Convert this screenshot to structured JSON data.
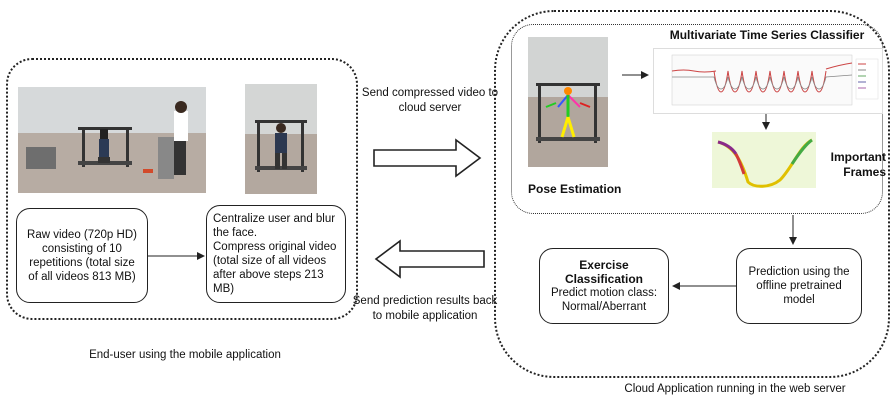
{
  "left_panel": {
    "raw_video_text": "Raw video (720p HD) consisting  of 10 repetitions (total size of all videos 813 MB)",
    "processed_text": "Centralize user and blur the face.\nCompress original video (total size of all videos after above steps 213 MB)",
    "caption": "End-user using the mobile application"
  },
  "middle": {
    "send_video_label": "Send compressed video to cloud server",
    "send_results_label": "Send prediction results back to mobile application"
  },
  "right_panel": {
    "classifier_title": "Multivariate Time Series Classifier",
    "pose_label": "Pose Estimation",
    "important_frames_label": "Important Frames",
    "prediction_text": "Prediction using the offline pretrained model",
    "exercise_title": "Exercise Classification",
    "exercise_body": "Predict motion class: Normal/Aberrant",
    "caption": "Cloud Application running in the web server"
  }
}
